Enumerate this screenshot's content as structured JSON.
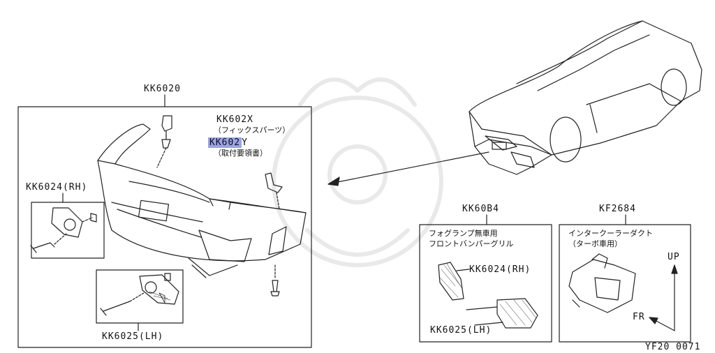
{
  "main_group": {
    "part_number": "KK6020",
    "callout_fix_part": "KK602X",
    "callout_fix_note": "（フィックスパーツ）",
    "callout_doc_highlighted": "KK602",
    "callout_doc_suffix": "Y",
    "callout_doc_note": "（取付要領書）",
    "rh_grille": "KK6024(RH)",
    "lh_grille": "KK6025(LH)"
  },
  "grille_box": {
    "part_number": "KK60B4",
    "title_line1": "フォグランプ無車用",
    "title_line2": "フロントバンパーグリル",
    "rh_label": "KK6024(RH)",
    "lh_label": "KK6025(LH)"
  },
  "duct_box": {
    "part_number": "KF2684",
    "title_line1": "インタークーラーダクト",
    "title_line2": "（ターボ車用）",
    "up_label": "UP",
    "fr_label": "FR"
  },
  "footer": {
    "diagram_id": "YF20 0071"
  },
  "colors": {
    "highlight": "#9aa3e6",
    "line": "#222222"
  }
}
